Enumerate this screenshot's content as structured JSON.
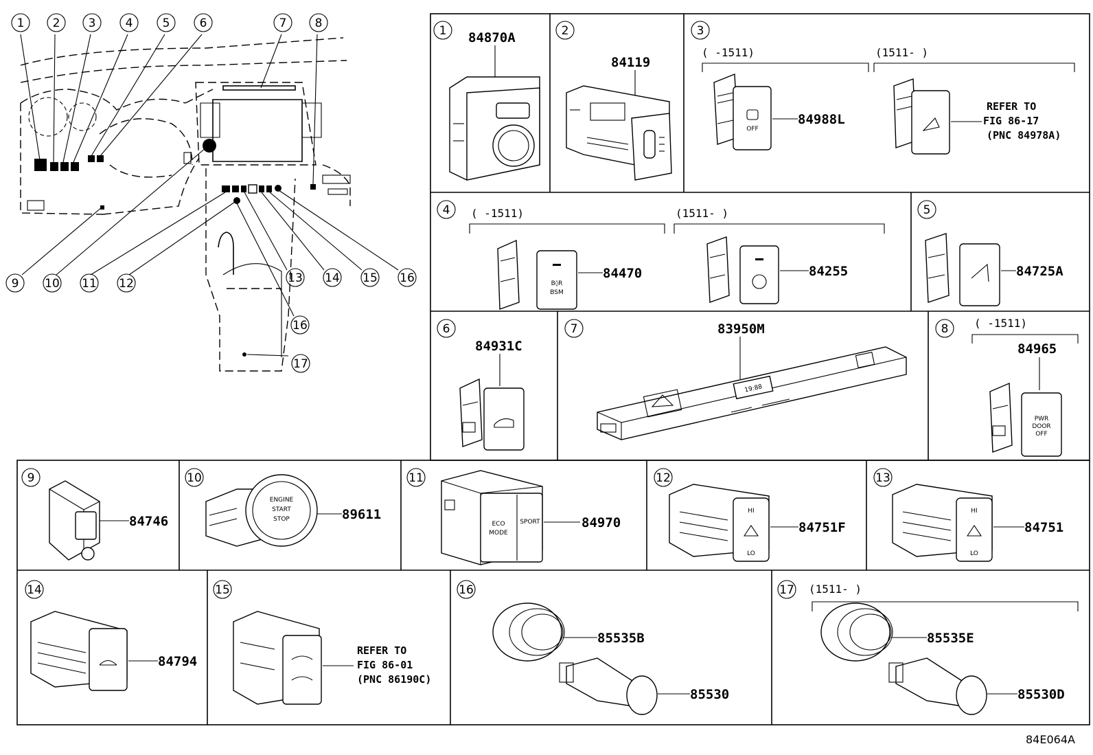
{
  "panels": [
    {
      "num": "1",
      "part": "84870A"
    },
    {
      "num": "2",
      "part": "84119"
    },
    {
      "num": "3",
      "range_a": "( -1511)",
      "range_b": "(1511- )",
      "part": "84988L",
      "ref": [
        "REFER TO",
        "FIG 86-17",
        "(PNC 84978A)"
      ]
    },
    {
      "num": "4",
      "range_a": "( -1511)",
      "range_b": "(1511- )",
      "part_a": "84470",
      "part_b": "84255"
    },
    {
      "num": "5",
      "part": "84725A"
    },
    {
      "num": "6",
      "part": "84931C"
    },
    {
      "num": "7",
      "part": "83950M",
      "display": "19:88"
    },
    {
      "num": "8",
      "range_a": "( -1511)",
      "part": "84965"
    },
    {
      "num": "9",
      "part": "84746"
    },
    {
      "num": "10",
      "part": "89611",
      "labels": [
        "ENGINE",
        "START",
        "STOP"
      ]
    },
    {
      "num": "11",
      "part": "84970",
      "labels": [
        "ECO",
        "MODE",
        "SPORT"
      ]
    },
    {
      "num": "12",
      "part": "84751F",
      "labels": [
        "HI",
        "LO"
      ]
    },
    {
      "num": "13",
      "part": "84751",
      "labels": [
        "HI",
        "LO"
      ]
    },
    {
      "num": "14",
      "part": "84794"
    },
    {
      "num": "15",
      "ref": [
        "REFER TO",
        "FIG 86-01",
        "(PNC 86190C)"
      ]
    },
    {
      "num": "16",
      "part_a": "85535B",
      "part_b": "85530"
    },
    {
      "num": "17",
      "range_a": "(1511- )",
      "part_a": "85535E",
      "part_b": "85530D"
    }
  ],
  "overview_callouts": [
    "1",
    "2",
    "3",
    "4",
    "5",
    "6",
    "7",
    "8",
    "9",
    "10",
    "11",
    "12",
    "13",
    "14",
    "15",
    "16",
    "16",
    "17"
  ],
  "switch_labels": {
    "bsm": "BSM",
    "pwr_door_off": [
      "PWR",
      "DOOR",
      "OFF"
    ],
    "off": "OFF"
  },
  "figure_code": "84E064A"
}
